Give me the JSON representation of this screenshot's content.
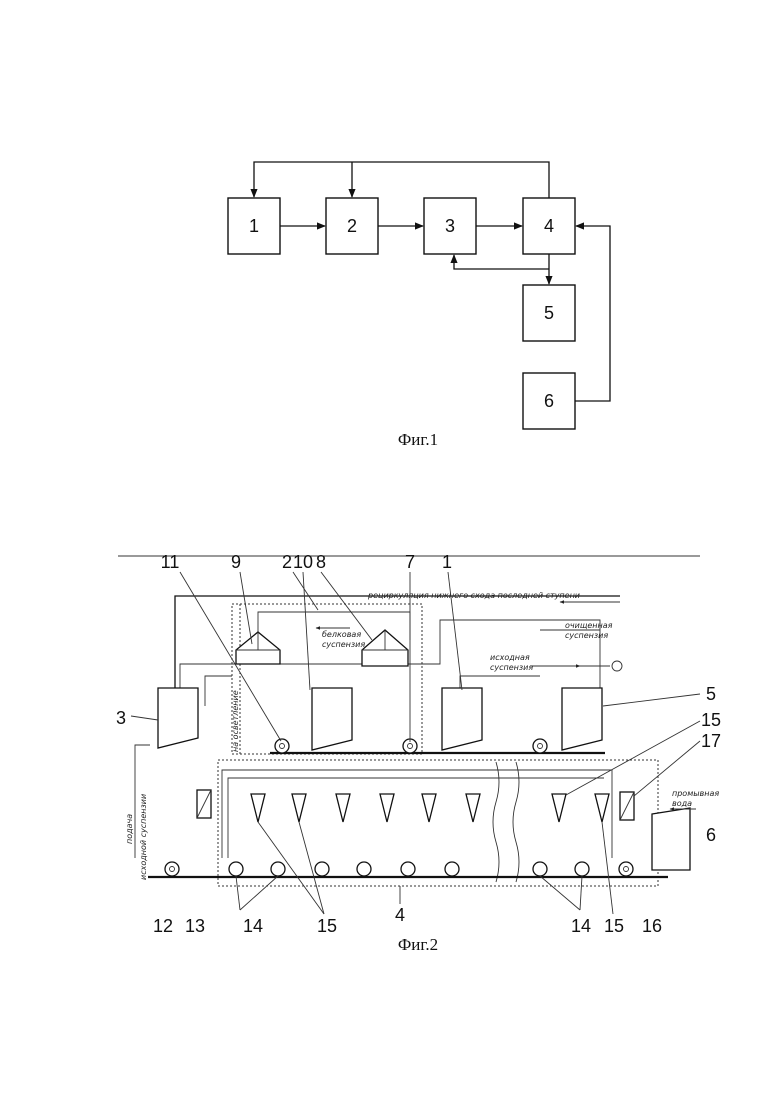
{
  "fig1": {
    "blocks": [
      "1",
      "2",
      "3",
      "4",
      "5",
      "6"
    ],
    "caption": "Фиг.1"
  },
  "fig2": {
    "caption": "Фиг.2",
    "callouts": [
      "11",
      "9",
      "2",
      "10",
      "8",
      "7",
      "1",
      "3",
      "5",
      "15",
      "17",
      "6",
      "12",
      "13",
      "14",
      "15",
      "4",
      "14",
      "15",
      "16"
    ],
    "texts": {
      "recirculation": "рециркуляция нижнего схода последней ступени",
      "protein1": "белковая",
      "protein2": "суспензия",
      "source1": "исходная",
      "source2": "суспензия",
      "purified1": "очищенная",
      "purified2": "суспензия",
      "clarify": "на осветление",
      "feed1": "подача",
      "feed2": "исходной суспензии",
      "wash1": "промывная",
      "wash2": "вода"
    }
  }
}
